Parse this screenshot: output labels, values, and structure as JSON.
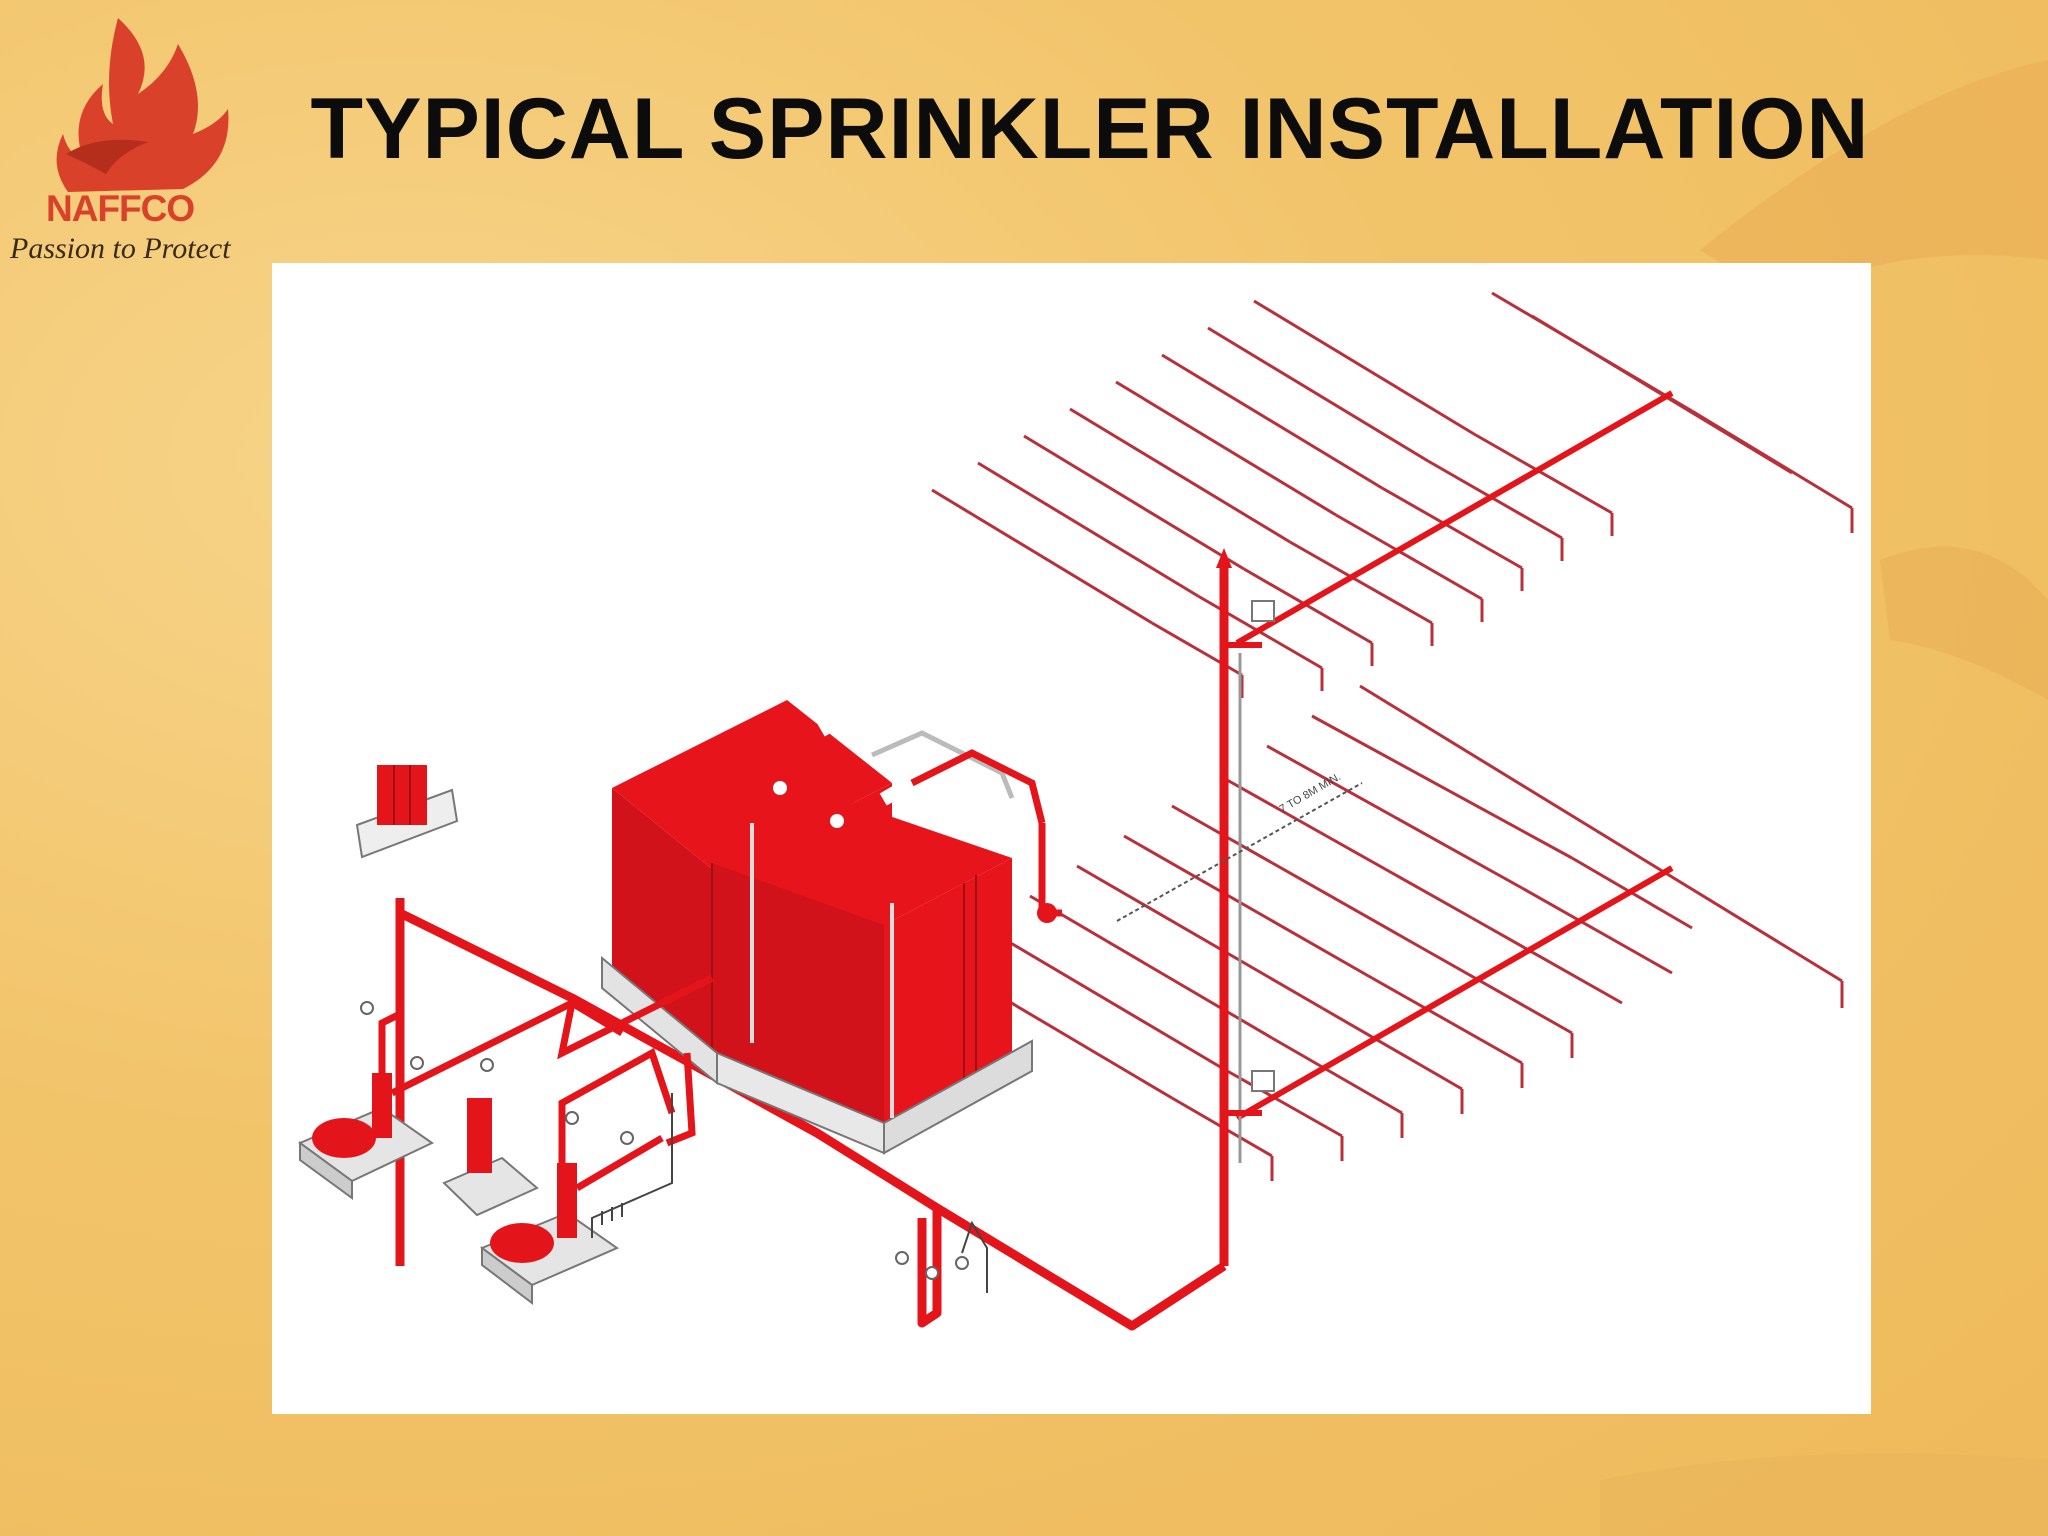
{
  "slide": {
    "title": "TYPICAL SPRINKLER INSTALLATION"
  },
  "logo": {
    "brand": "NAFFCO",
    "tagline": "Passion to Protect",
    "color": "#d9412b"
  },
  "diagram": {
    "pipe_color": "#e4141b",
    "tank_color": "#e8141c",
    "branch_color": "#b8303a",
    "label": "7 TO 8M MIN."
  }
}
